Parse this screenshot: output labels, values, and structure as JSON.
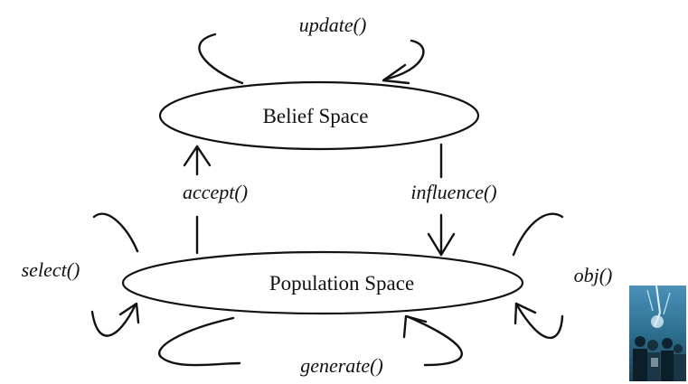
{
  "nodes": {
    "belief": "Belief Space",
    "population": "Population Space"
  },
  "edges": {
    "update": "update()",
    "accept": "accept()",
    "influence": "influence()",
    "select": "select()",
    "obj": "obj()",
    "generate": "generate()"
  },
  "colors": {
    "stroke": "#111111",
    "background": "#ffffff"
  },
  "icons": {
    "thumbnail": "book-cover-thumbnail"
  }
}
